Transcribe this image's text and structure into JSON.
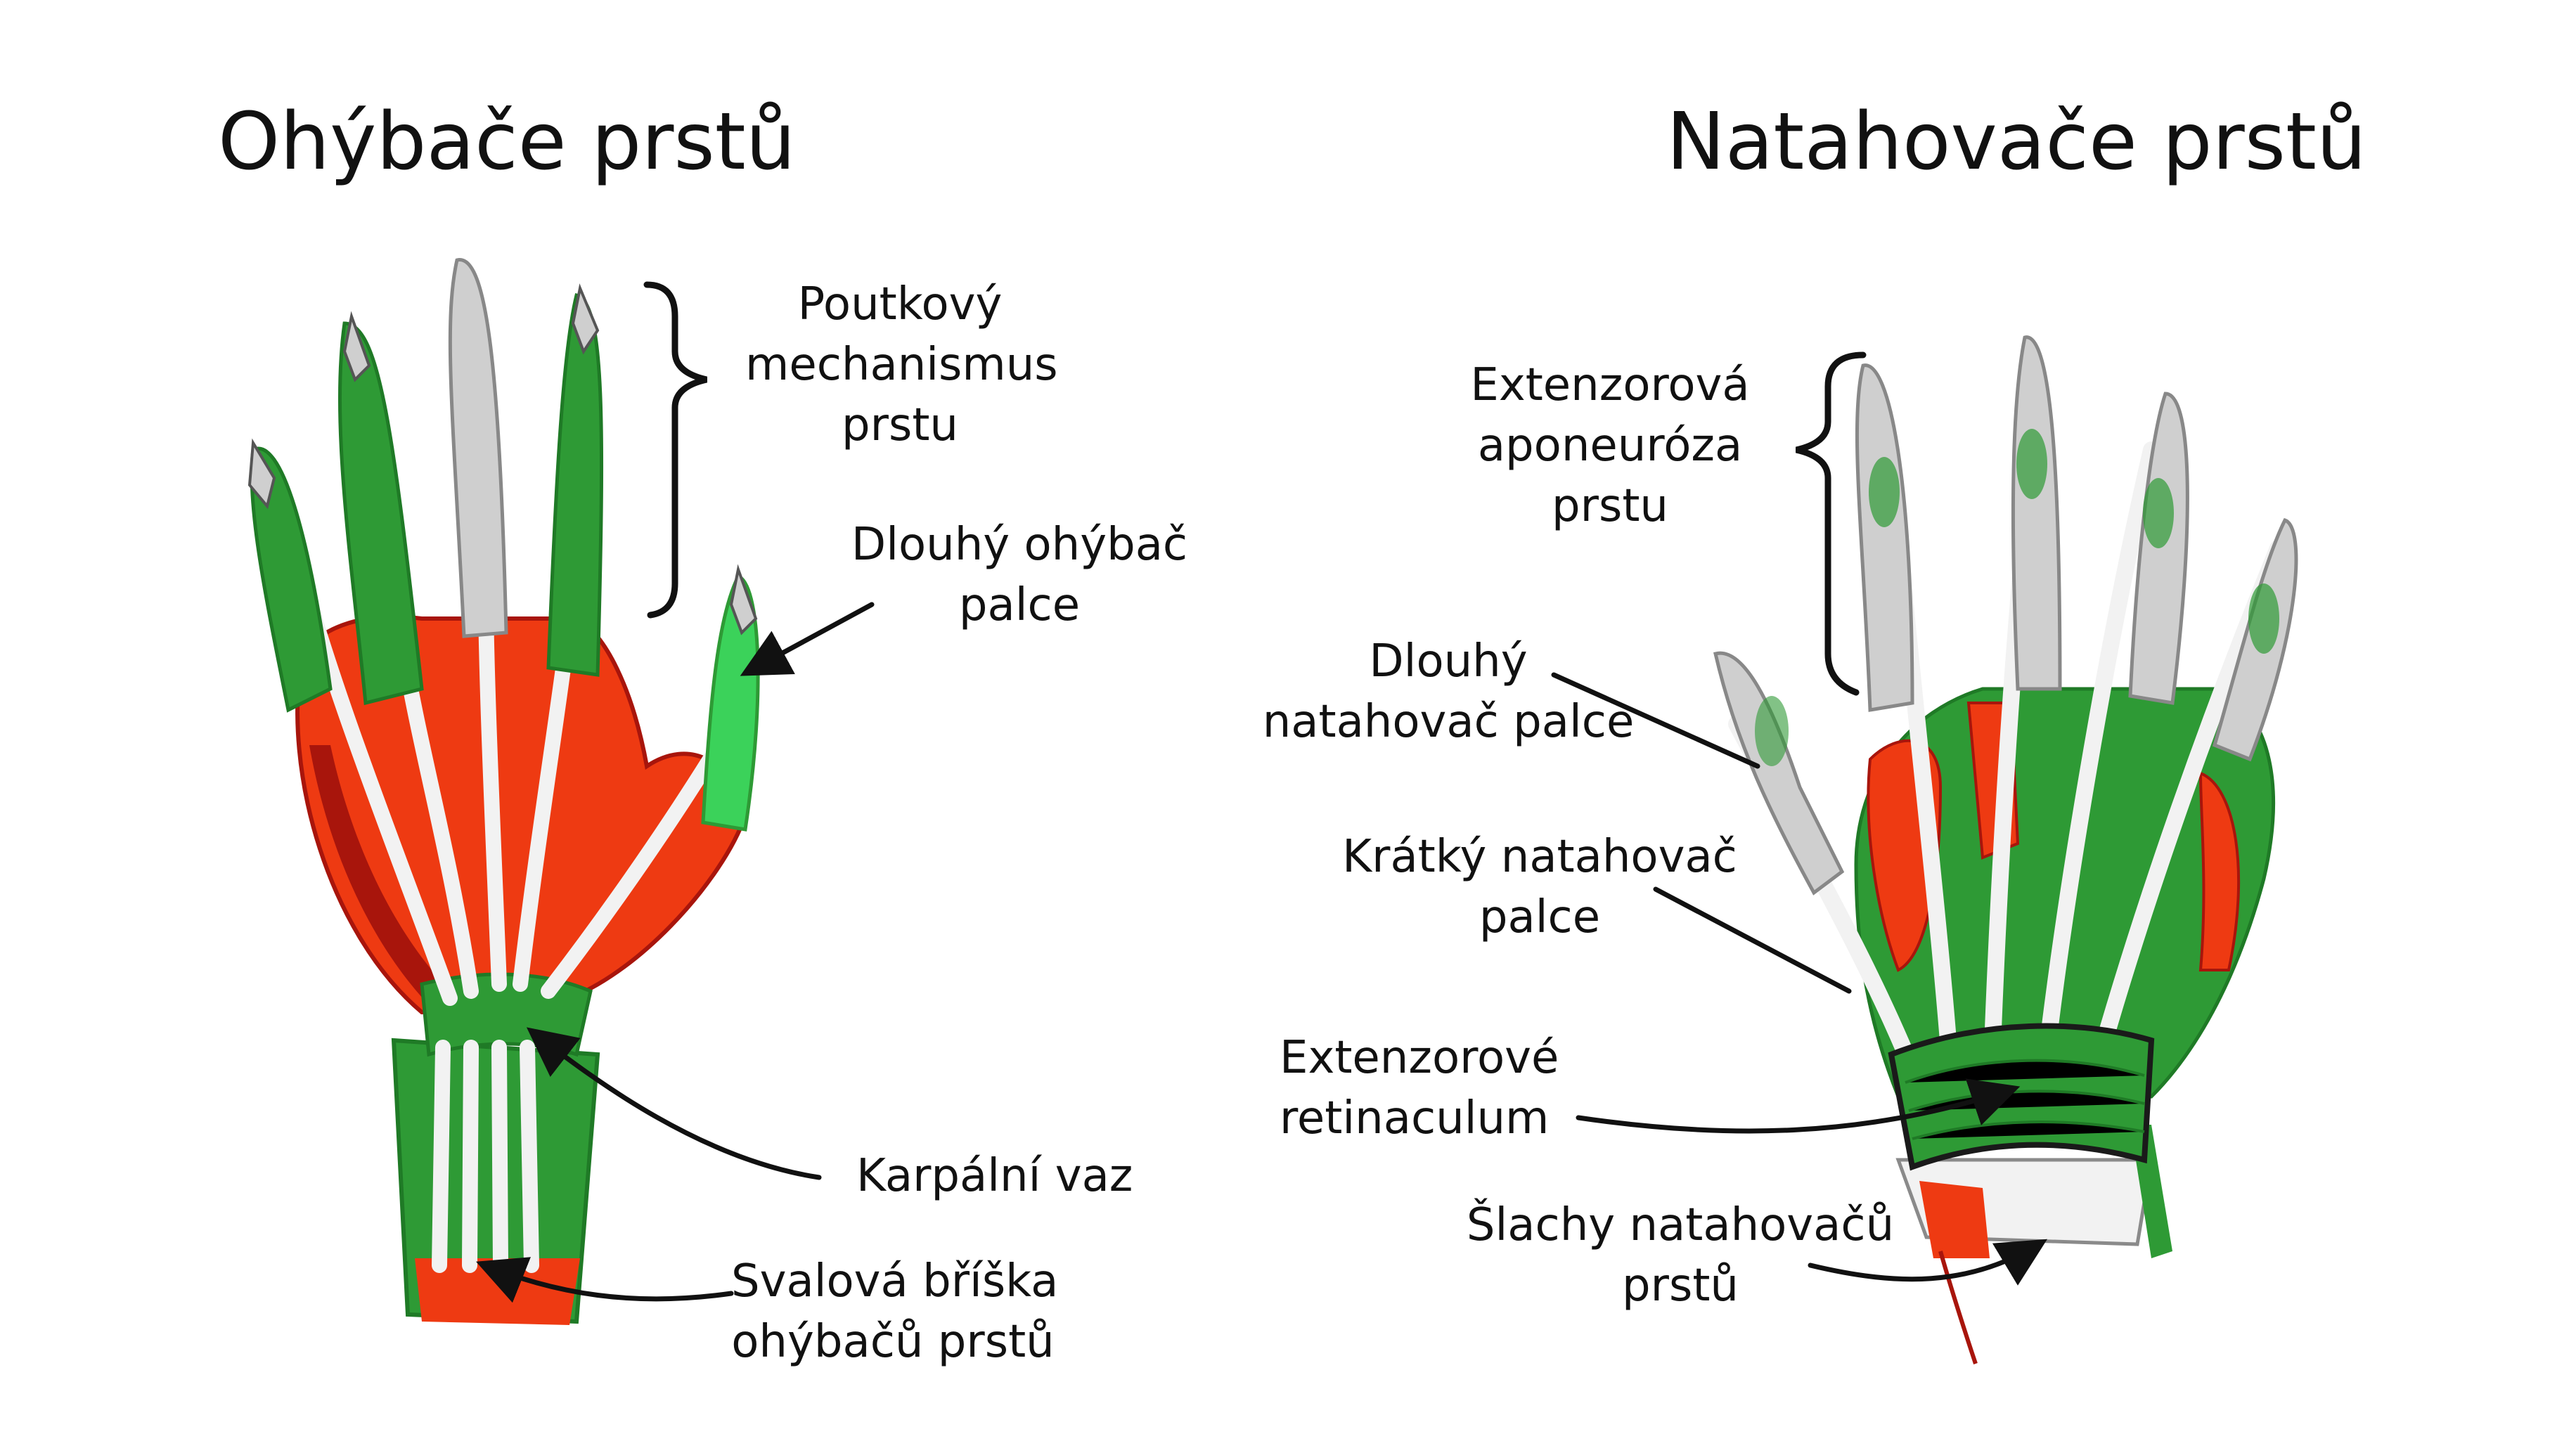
{
  "titles": {
    "left": "Ohýbače prstů",
    "right": "Natahovače prstů"
  },
  "labels": {
    "poutkovy": [
      "Poutkový",
      "mechanismus",
      "prstu"
    ],
    "dlouhy_ohybac": [
      "Dlouhý ohýbač",
      "palce"
    ],
    "karpalni": [
      "Karpální vaz"
    ],
    "svalova": [
      "Svalová bříška",
      "ohýbačů prstů"
    ],
    "extenzorova_apo": [
      "Extenzorová",
      "aponeuróza",
      "prstu"
    ],
    "dlouhy_natahovac": [
      "Dlouhý",
      "natahovač palce"
    ],
    "kratky_natahovac": [
      "Krátký natahovač",
      "palce"
    ],
    "retinaculum": [
      "Extenzorové",
      "retinaculum"
    ],
    "slachy": [
      "Šlachy natahovačů",
      "prstů"
    ]
  },
  "colors": {
    "muscle": "#ee3a12",
    "muscle_dark": "#a8150c",
    "ligament": "#2e9a35",
    "ligament_light": "#3bd25a",
    "bone": "#cfcfcf",
    "tendon": "#f2f2f2",
    "outline": "#8a8a8a",
    "text": "#111111"
  }
}
